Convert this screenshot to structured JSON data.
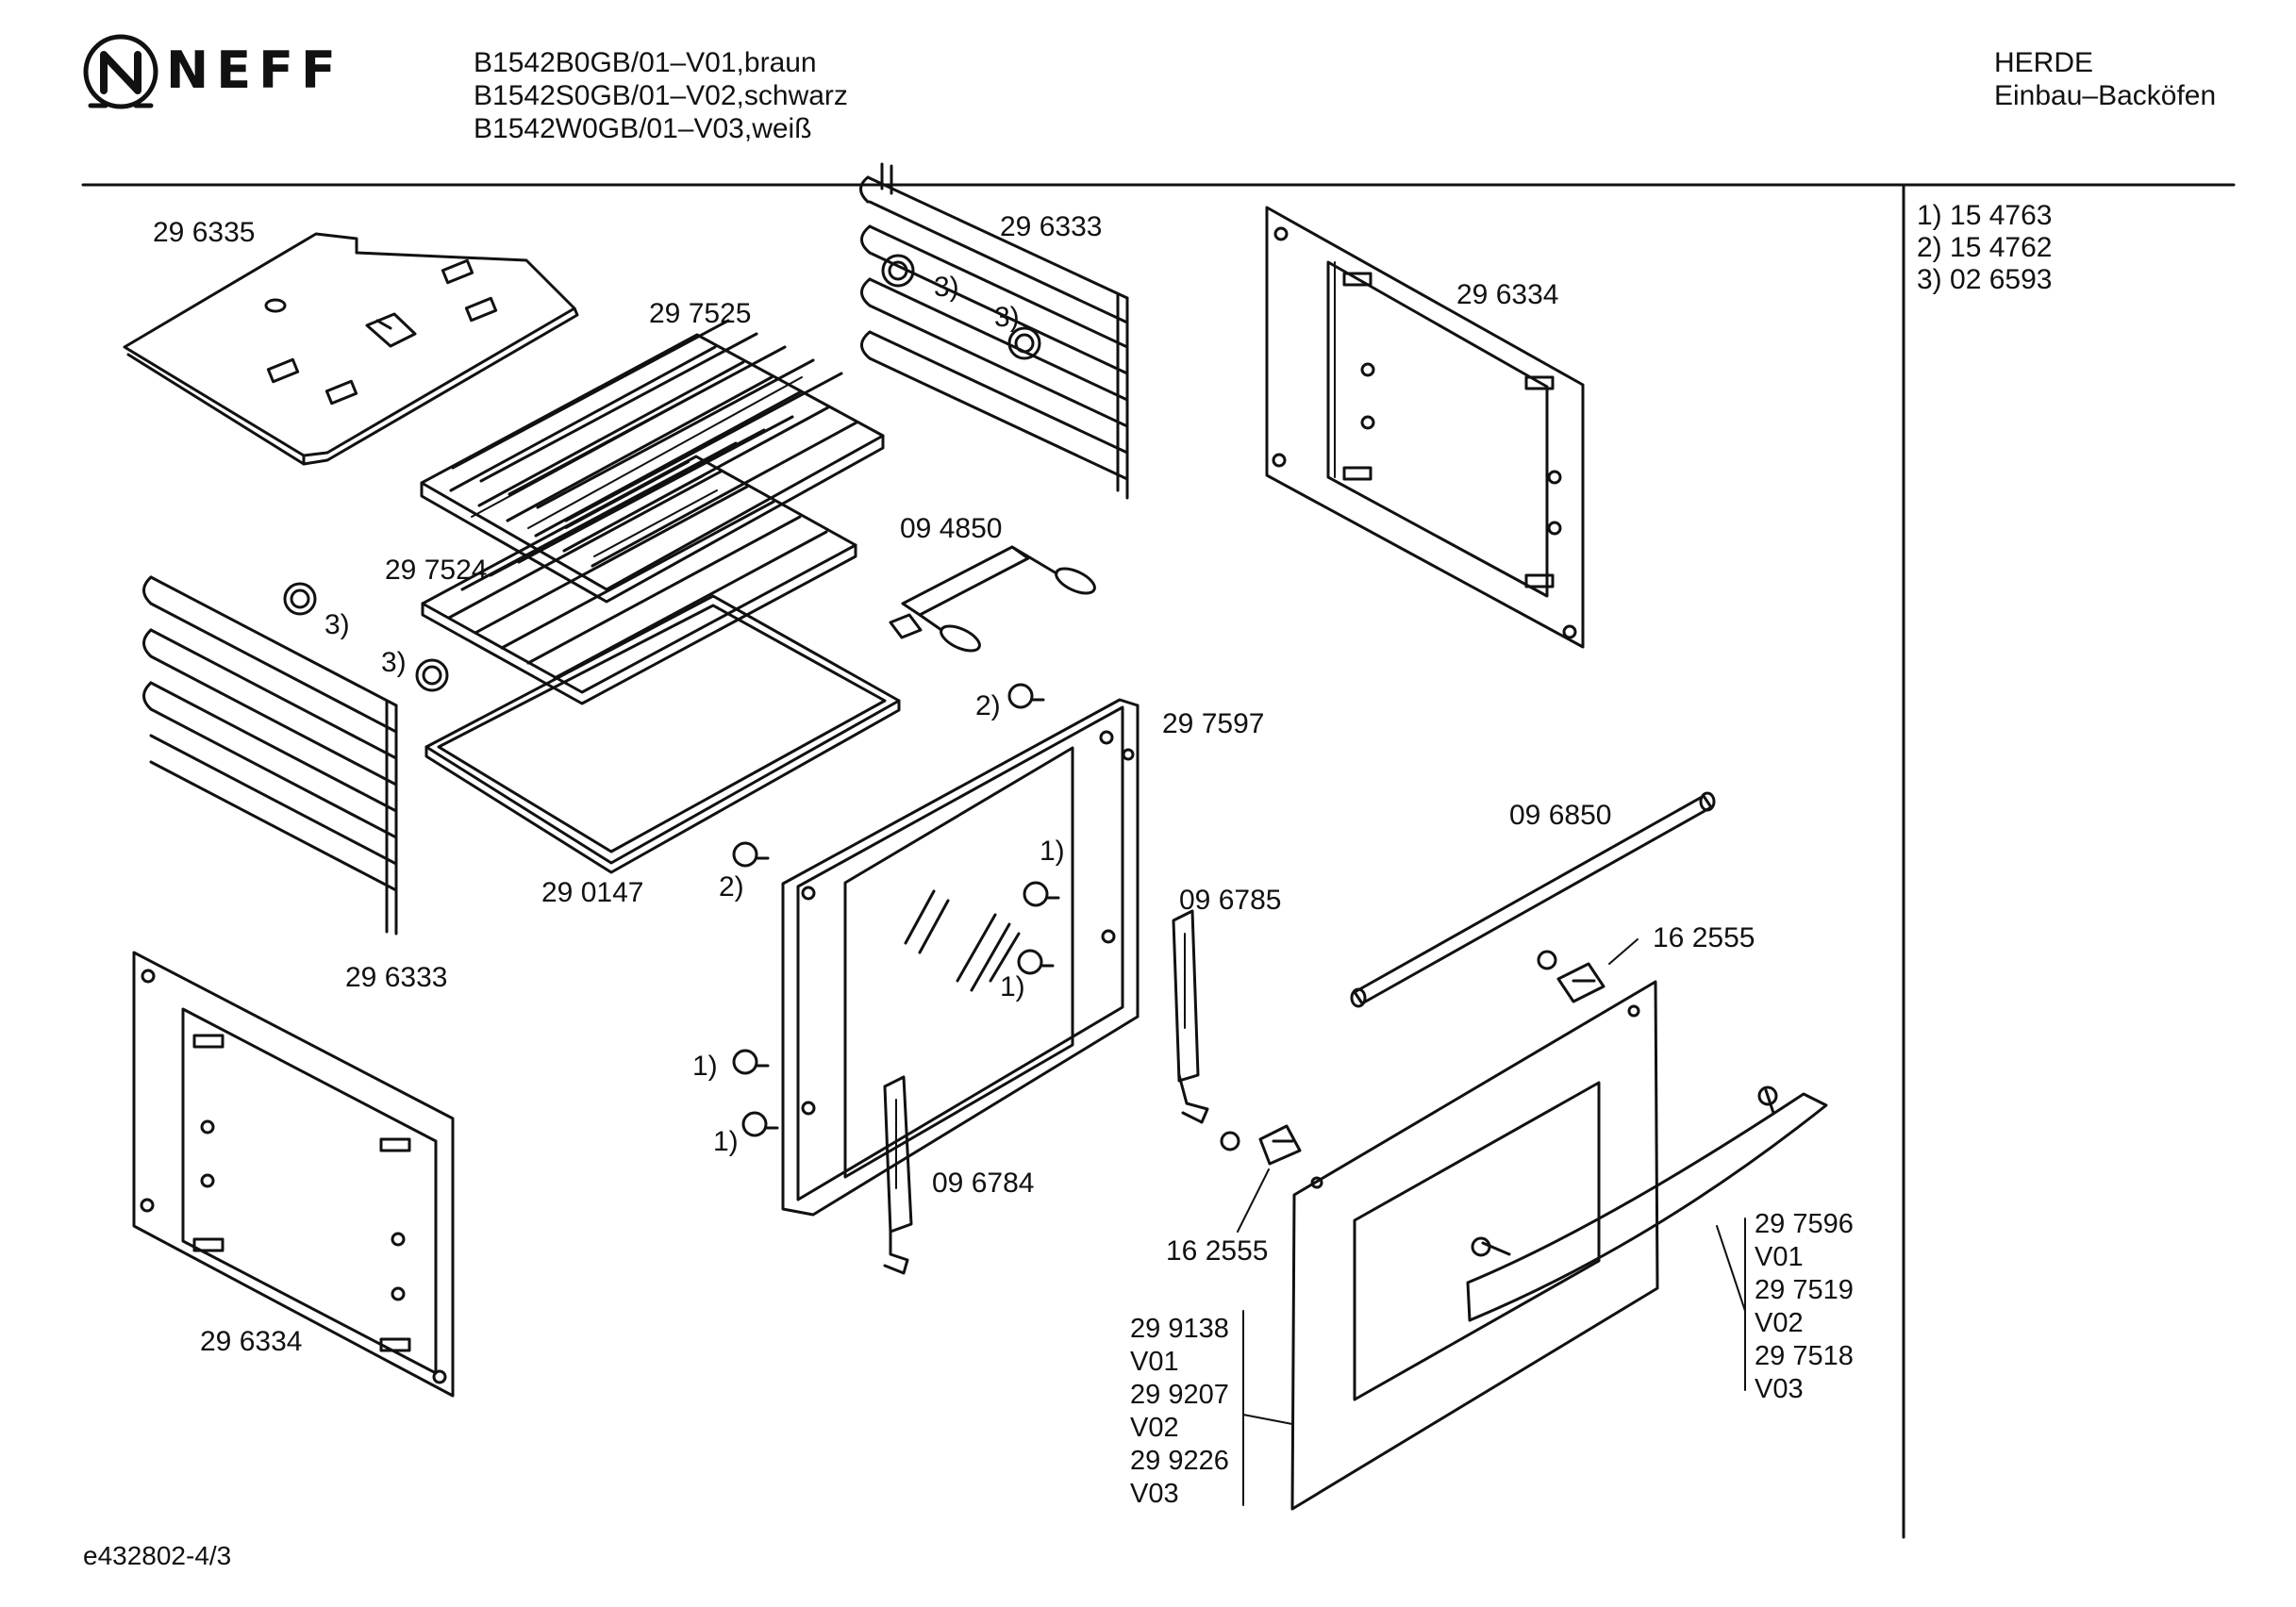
{
  "header": {
    "brand": "NEFF",
    "models": [
      "B1542B0GB/01–V01,braun",
      "B1542S0GB/01–V02,schwarz",
      "B1542W0GB/01–V03,weiß"
    ],
    "category": [
      "HERDE",
      "Einbau–Backöfen"
    ]
  },
  "footnotes": [
    "1)  15 4763",
    "2)  15 4762",
    "3)  02 6593"
  ],
  "parts": {
    "back_panel_top": "29 6335",
    "side_rail_right": "29 6333",
    "rack_upper": "29 7525",
    "rack_lower": "29 7524",
    "drip_tray": "29 0147",
    "side_rail_left": "29 6333",
    "side_panel_right": "29 6334",
    "side_panel_left": "29 6334",
    "rod_clip": "09 4850",
    "door_inner_frame": "29 7597",
    "seal_rod": "09 6850",
    "hinge_right": "09 6785",
    "hinge_left": "09 6784",
    "clip_upper": "16 2555",
    "clip_lower": "16 2555"
  },
  "door_variants": [
    "29 9138",
    "V01",
    "29 9207",
    "V02",
    "29 9226",
    "V03"
  ],
  "handle_variants": [
    "29 7596",
    "V01",
    "29 7519",
    "V02",
    "29 7518",
    "V03"
  ],
  "markers": {
    "m1": "1)",
    "m2": "2)",
    "m3": "3)"
  },
  "footer": {
    "drawing_code": "e432802-4/3"
  }
}
